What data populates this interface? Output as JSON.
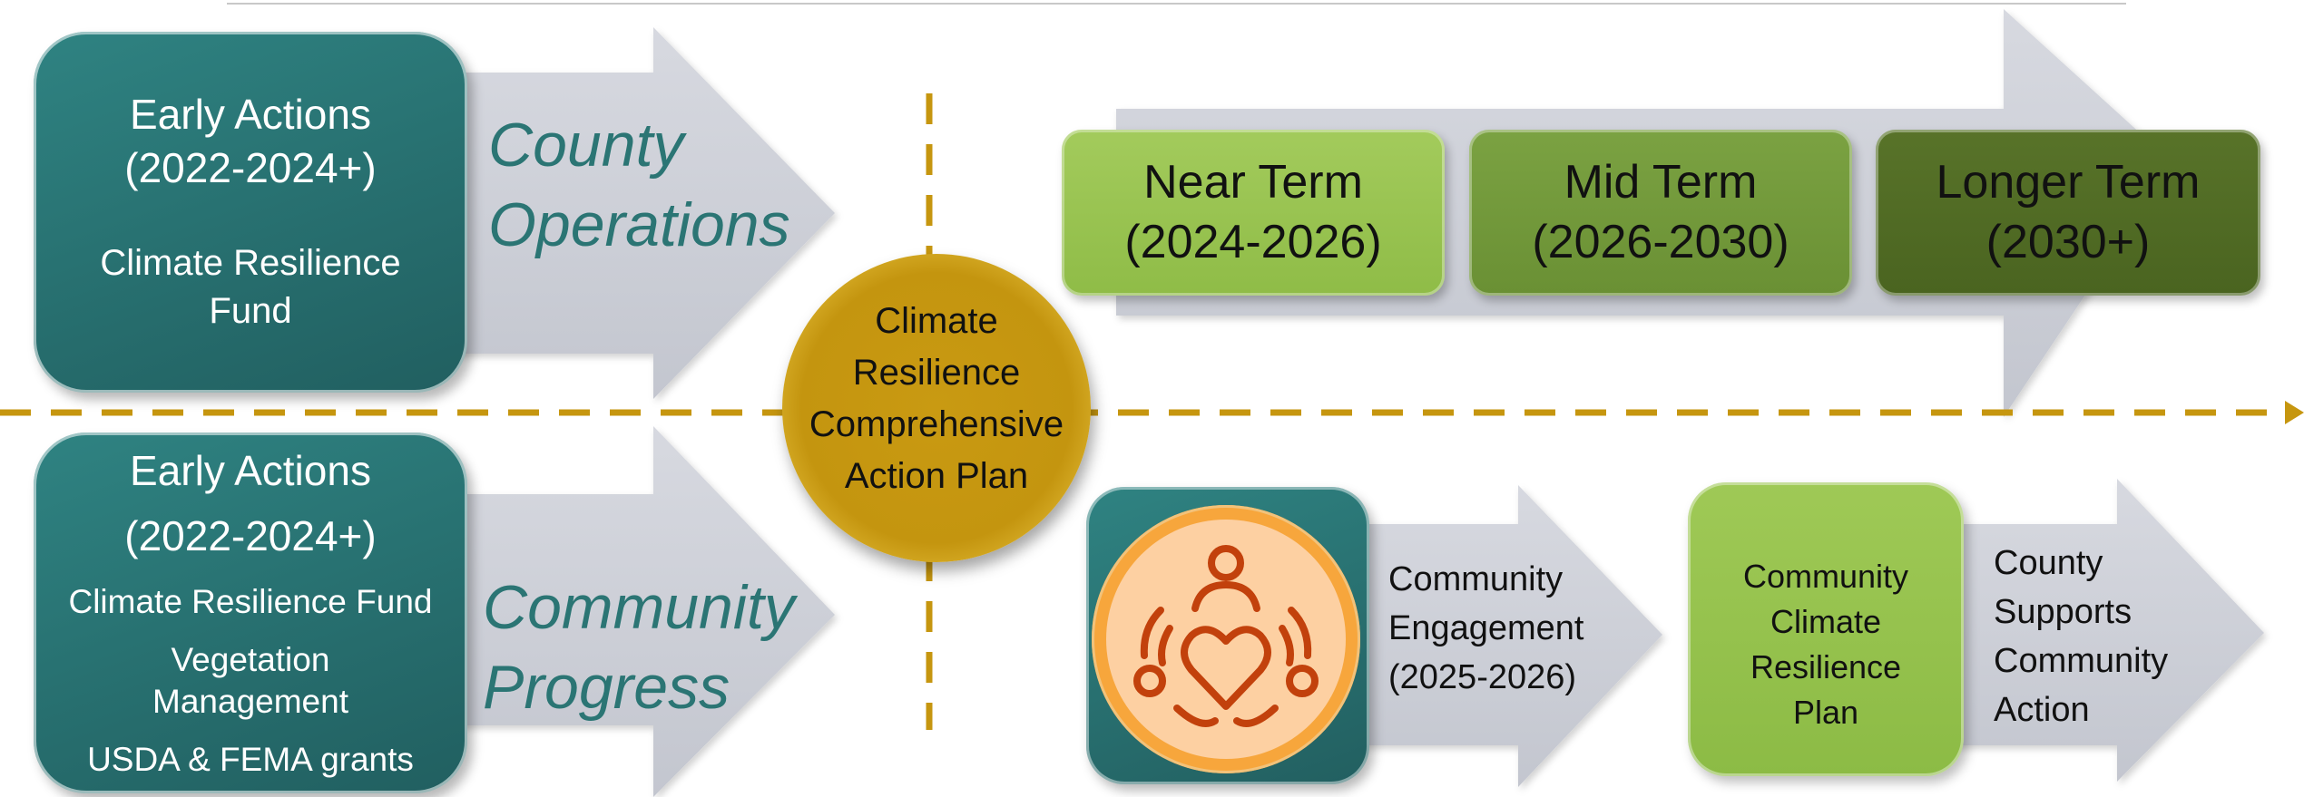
{
  "colors": {
    "teal": "#27706f",
    "gold": "#c6960f",
    "arrow_gray": "#cdd0d9",
    "green_light": "#97c24f",
    "green_mid": "#73983a",
    "green_dark": "#4f6a24",
    "icon_orange": "#f4a23b",
    "icon_red": "#c2410c"
  },
  "top_left_box": {
    "title_line1": "Early Actions",
    "title_line2": "(2022-2024+)",
    "item_line1": "Climate Resilience",
    "item_line2": "Fund"
  },
  "county_operations": {
    "line1": "County",
    "line2": "Operations"
  },
  "center_circle": {
    "line1": "Climate",
    "line2": "Resilience",
    "line3": "Comprehensive",
    "line4": "Action Plan"
  },
  "terms": [
    {
      "line1": "Near Term",
      "line2": "(2024-2026)"
    },
    {
      "line1": "Mid Term",
      "line2": "(2026-2030)"
    },
    {
      "line1": "Longer Term",
      "line2": "(2030+)"
    }
  ],
  "bottom_left_box": {
    "title_line1": "Early Actions",
    "title_line2": "(2022-2024+)",
    "item1": "Climate Resilience Fund",
    "item2_line1": "Vegetation",
    "item2_line2": "Management",
    "item3": "USDA & FEMA grants"
  },
  "community_progress": {
    "line1": "Community",
    "line2": "Progress"
  },
  "community_engagement": {
    "icon": "community-heart-icon",
    "line1": "Community",
    "line2": "Engagement",
    "line3": "(2025-2026)"
  },
  "community_plan": {
    "line1": "Community",
    "line2": "Climate",
    "line3": "Resilience",
    "line4": "Plan"
  },
  "county_supports": {
    "line1": "County",
    "line2": "Supports",
    "line3": "Community",
    "line4": "Action"
  }
}
